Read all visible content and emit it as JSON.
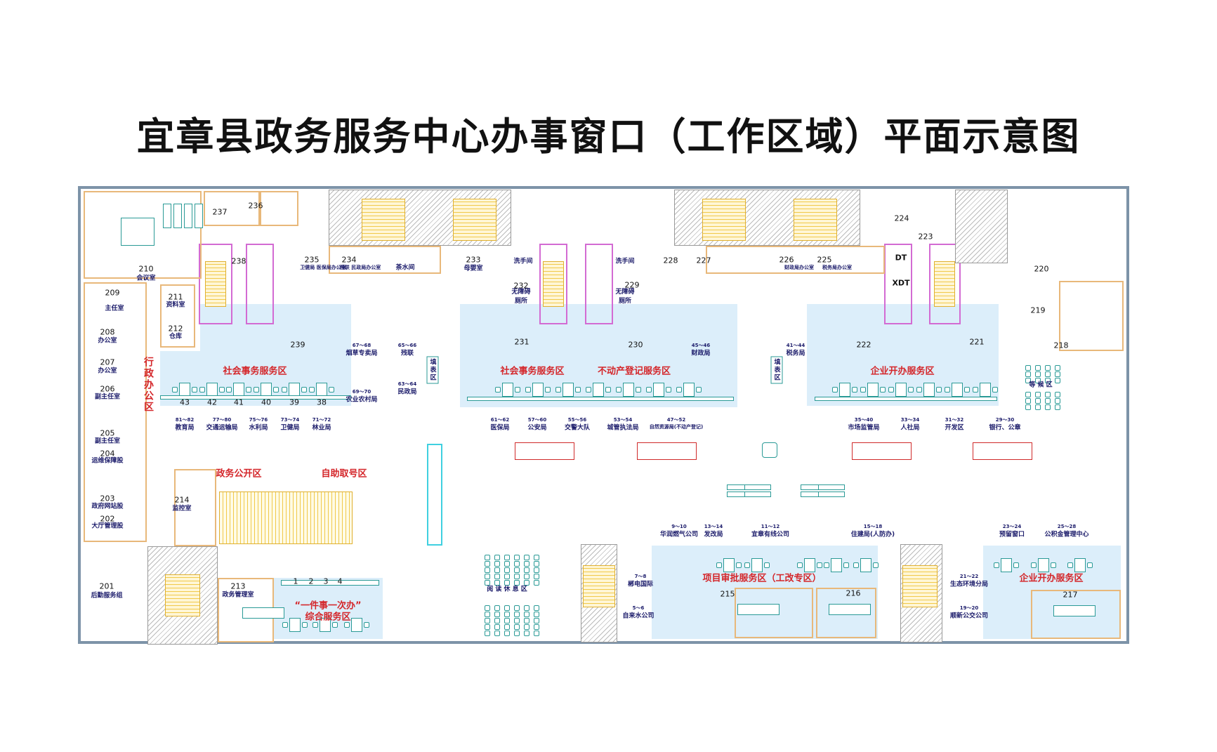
{
  "title": "宜章县政务服务中心办事窗口（工作区域）平面示意图",
  "rooms": [
    {
      "no": "237",
      "name": ""
    },
    {
      "no": "236",
      "name": ""
    },
    {
      "no": "210",
      "name": "会议室"
    },
    {
      "no": "209",
      "name": "主任室"
    },
    {
      "no": "208",
      "name": "办公室"
    },
    {
      "no": "207",
      "name": "办公室"
    },
    {
      "no": "206",
      "name": "副主任室"
    },
    {
      "no": "205",
      "name": "副主任室"
    },
    {
      "no": "204",
      "name": "运维保障股"
    },
    {
      "no": "203",
      "name": "政府网站股"
    },
    {
      "no": "202",
      "name": "大厅管理股"
    },
    {
      "no": "201",
      "name": "后勤服务组"
    },
    {
      "no": "211",
      "name": "资料室"
    },
    {
      "no": "212",
      "name": "仓库"
    },
    {
      "no": "238",
      "name": ""
    },
    {
      "no": "239",
      "name": ""
    },
    {
      "no": "235",
      "name": "卫健局 医保局办公室"
    },
    {
      "no": "234",
      "name": "残联 民政局办公室"
    },
    {
      "no": "",
      "name": "茶水间"
    },
    {
      "no": "233",
      "name": "母婴室"
    },
    {
      "no": "",
      "name": "洗手间"
    },
    {
      "no": "232",
      "name": "无障碍厕所"
    },
    {
      "no": "",
      "name": "洗手间"
    },
    {
      "no": "229",
      "name": "无障碍厕所"
    },
    {
      "no": "231",
      "name": ""
    },
    {
      "no": "230",
      "name": ""
    },
    {
      "no": "228",
      "name": ""
    },
    {
      "no": "227",
      "name": ""
    },
    {
      "no": "226",
      "name": "财政局办公室"
    },
    {
      "no": "225",
      "name": "税务局办公室"
    },
    {
      "no": "224",
      "name": ""
    },
    {
      "no": "223",
      "name": ""
    },
    {
      "no": "222",
      "name": ""
    },
    {
      "no": "221",
      "name": ""
    },
    {
      "no": "220",
      "name": ""
    },
    {
      "no": "219",
      "name": ""
    },
    {
      "no": "218",
      "name": ""
    },
    {
      "no": "214",
      "name": "监控室"
    },
    {
      "no": "213",
      "name": "政务管理室"
    },
    {
      "no": "215",
      "name": ""
    },
    {
      "no": "216",
      "name": ""
    },
    {
      "no": "217",
      "name": ""
    }
  ],
  "elevators": [
    "DT",
    "XDT"
  ],
  "zones": {
    "admin": "行政办公区",
    "social_left": "社会事务服务区",
    "social_mid": "社会事务服务区",
    "realestate": "不动产登记服务区",
    "enterprise_top": "企业开办服务区",
    "public": "政务公开区",
    "ticket": "自助取号区",
    "oneitem_1": "“一件事一次办”",
    "oneitem_2": "综合服务区",
    "project": "项目审批服务区（工改专区）",
    "enterprise_bottom": "企业开办服务区",
    "reading": "阅 读 休 息 区",
    "waiting": "等 候 区",
    "form1": "填表区",
    "form2": "填表区"
  },
  "window_numbers": [
    "43",
    "42",
    "41",
    "40",
    "39",
    "38"
  ],
  "oneitem_windows": [
    "1",
    "2",
    "3",
    "4"
  ],
  "agencies": [
    {
      "range": "81～82",
      "name": "教育局"
    },
    {
      "range": "77～80",
      "name": "交通运输局"
    },
    {
      "range": "75～76",
      "name": "水利局"
    },
    {
      "range": "73～74",
      "name": "卫健局"
    },
    {
      "range": "71～72",
      "name": "林业局"
    },
    {
      "range": "67～68",
      "name": "烟草专卖局"
    },
    {
      "range": "69～70",
      "name": "农业农村局"
    },
    {
      "range": "65～66",
      "name": "残联"
    },
    {
      "range": "63～64",
      "name": "民政局"
    },
    {
      "range": "61～62",
      "name": "医保局"
    },
    {
      "range": "57～60",
      "name": "公安局"
    },
    {
      "range": "55～56",
      "name": "交警大队"
    },
    {
      "range": "53～54",
      "name": "城管执法局"
    },
    {
      "range": "47～52",
      "name": "自然资源局(不动产登记)"
    },
    {
      "range": "45～46",
      "name": "财政局"
    },
    {
      "range": "41～44",
      "name": "税务局"
    },
    {
      "range": "35～40",
      "name": "市场监管局"
    },
    {
      "range": "33～34",
      "name": "人社局"
    },
    {
      "range": "31～32",
      "name": "开发区"
    },
    {
      "range": "29～30",
      "name": "银行、公章"
    },
    {
      "range": "9～10",
      "name": "华润燃气公司"
    },
    {
      "range": "13～14",
      "name": "发改局"
    },
    {
      "range": "11～12",
      "name": "宜章有线公司"
    },
    {
      "range": "15～18",
      "name": "住建局(人防办)"
    },
    {
      "range": "7～8",
      "name": "郴电国际"
    },
    {
      "range": "5～6",
      "name": "自来水公司"
    },
    {
      "range": "21～22",
      "name": "生态环境分局"
    },
    {
      "range": "19～20",
      "name": "顺新公交公司"
    },
    {
      "range": "23～24",
      "name": "预留窗口"
    },
    {
      "range": "25～28",
      "name": "公积金管理中心"
    }
  ],
  "colors": {
    "zone": "#dceefa",
    "zone_label": "#d4262a",
    "label": "#1c1c6b",
    "wall": "#7d93a8",
    "furniture": "#2a9a96"
  }
}
